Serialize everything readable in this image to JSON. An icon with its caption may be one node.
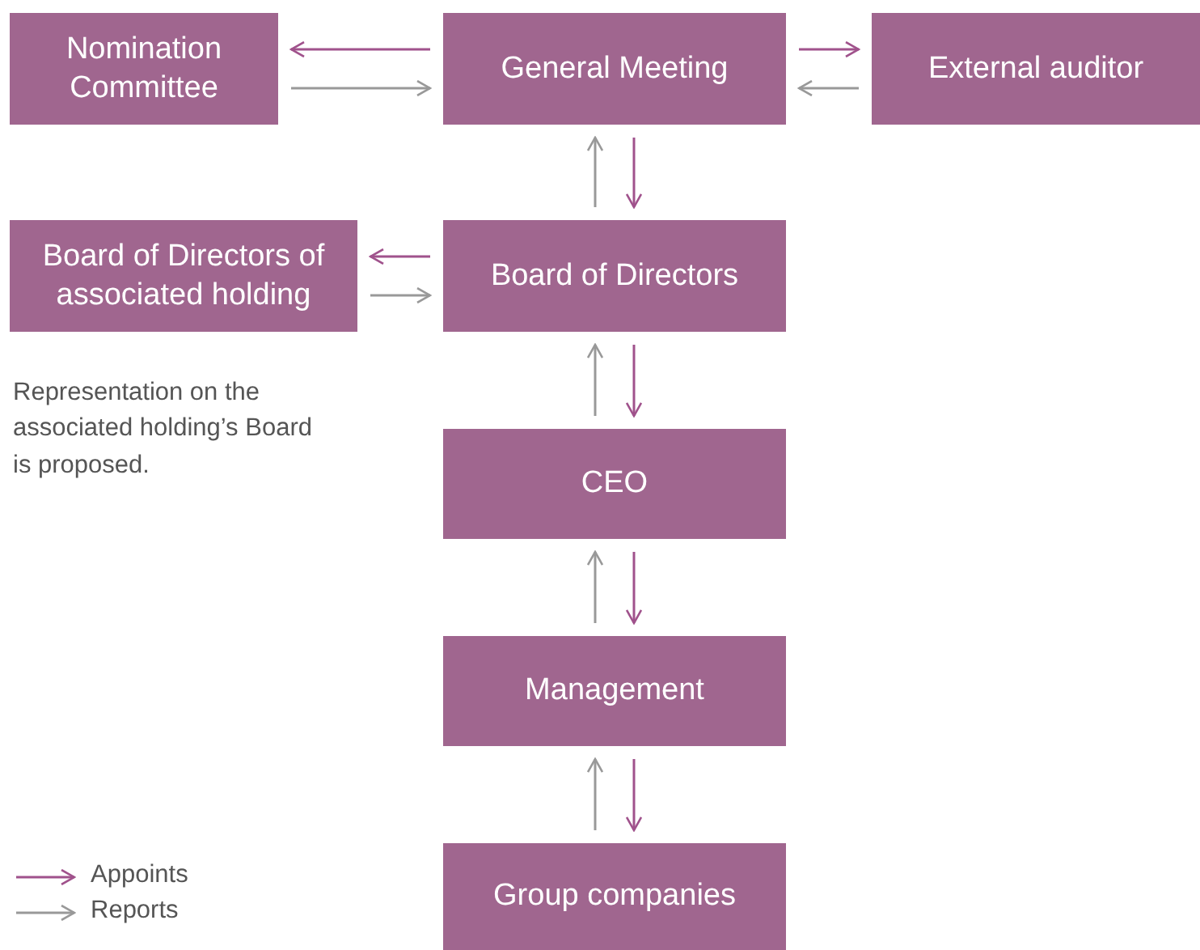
{
  "diagram": {
    "nodes": [
      {
        "text": [
          "Nomination Committee"
        ]
      },
      {
        "text": [
          "General Meeting"
        ]
      },
      {
        "text": [
          "External auditor"
        ]
      },
      {
        "text": [
          "Board of Directors of associated holding"
        ]
      },
      {
        "text": [
          "Board of Directors"
        ]
      },
      {
        "text": [
          "CEO"
        ]
      },
      {
        "text": [
          "Management"
        ]
      },
      {
        "text": [
          "Group companies"
        ]
      }
    ],
    "edges": [
      {
        "from": 1,
        "to": 0,
        "arrow": "to",
        "color": "#a0528c"
      },
      {
        "from": 0,
        "to": 1,
        "arrow": "to"
      },
      {
        "from": 1,
        "to": 2,
        "arrow": "to",
        "color": "#a0528c"
      },
      {
        "from": 2,
        "to": 1,
        "arrow": "to"
      },
      {
        "from": 4,
        "to": 1,
        "arrow": "to"
      },
      {
        "from": 1,
        "to": 4,
        "arrow": "to",
        "color": "#a0528c"
      },
      {
        "from": 4,
        "to": 3,
        "arrow": "to",
        "color": "#a0528c"
      },
      {
        "from": 3,
        "to": 4,
        "arrow": "to"
      },
      {
        "from": 5,
        "to": 4,
        "arrow": "to"
      },
      {
        "from": 4,
        "to": 5,
        "arrow": "to",
        "color": "#a0528c"
      },
      {
        "from": 6,
        "to": 5,
        "arrow": "to"
      },
      {
        "from": 5,
        "to": 6,
        "arrow": "to",
        "color": "#a0528c"
      },
      {
        "from": 7,
        "to": 6,
        "arrow": "to"
      },
      {
        "from": 6,
        "to": 7,
        "arrow": "to",
        "color": "#a0528c"
      }
    ],
    "labels": [
      "Representation on the associated holding’s Board is proposed."
    ],
    "legend": [
      {
        "text": "Appoints"
      },
      {
        "text": "Reports"
      }
    ]
  }
}
